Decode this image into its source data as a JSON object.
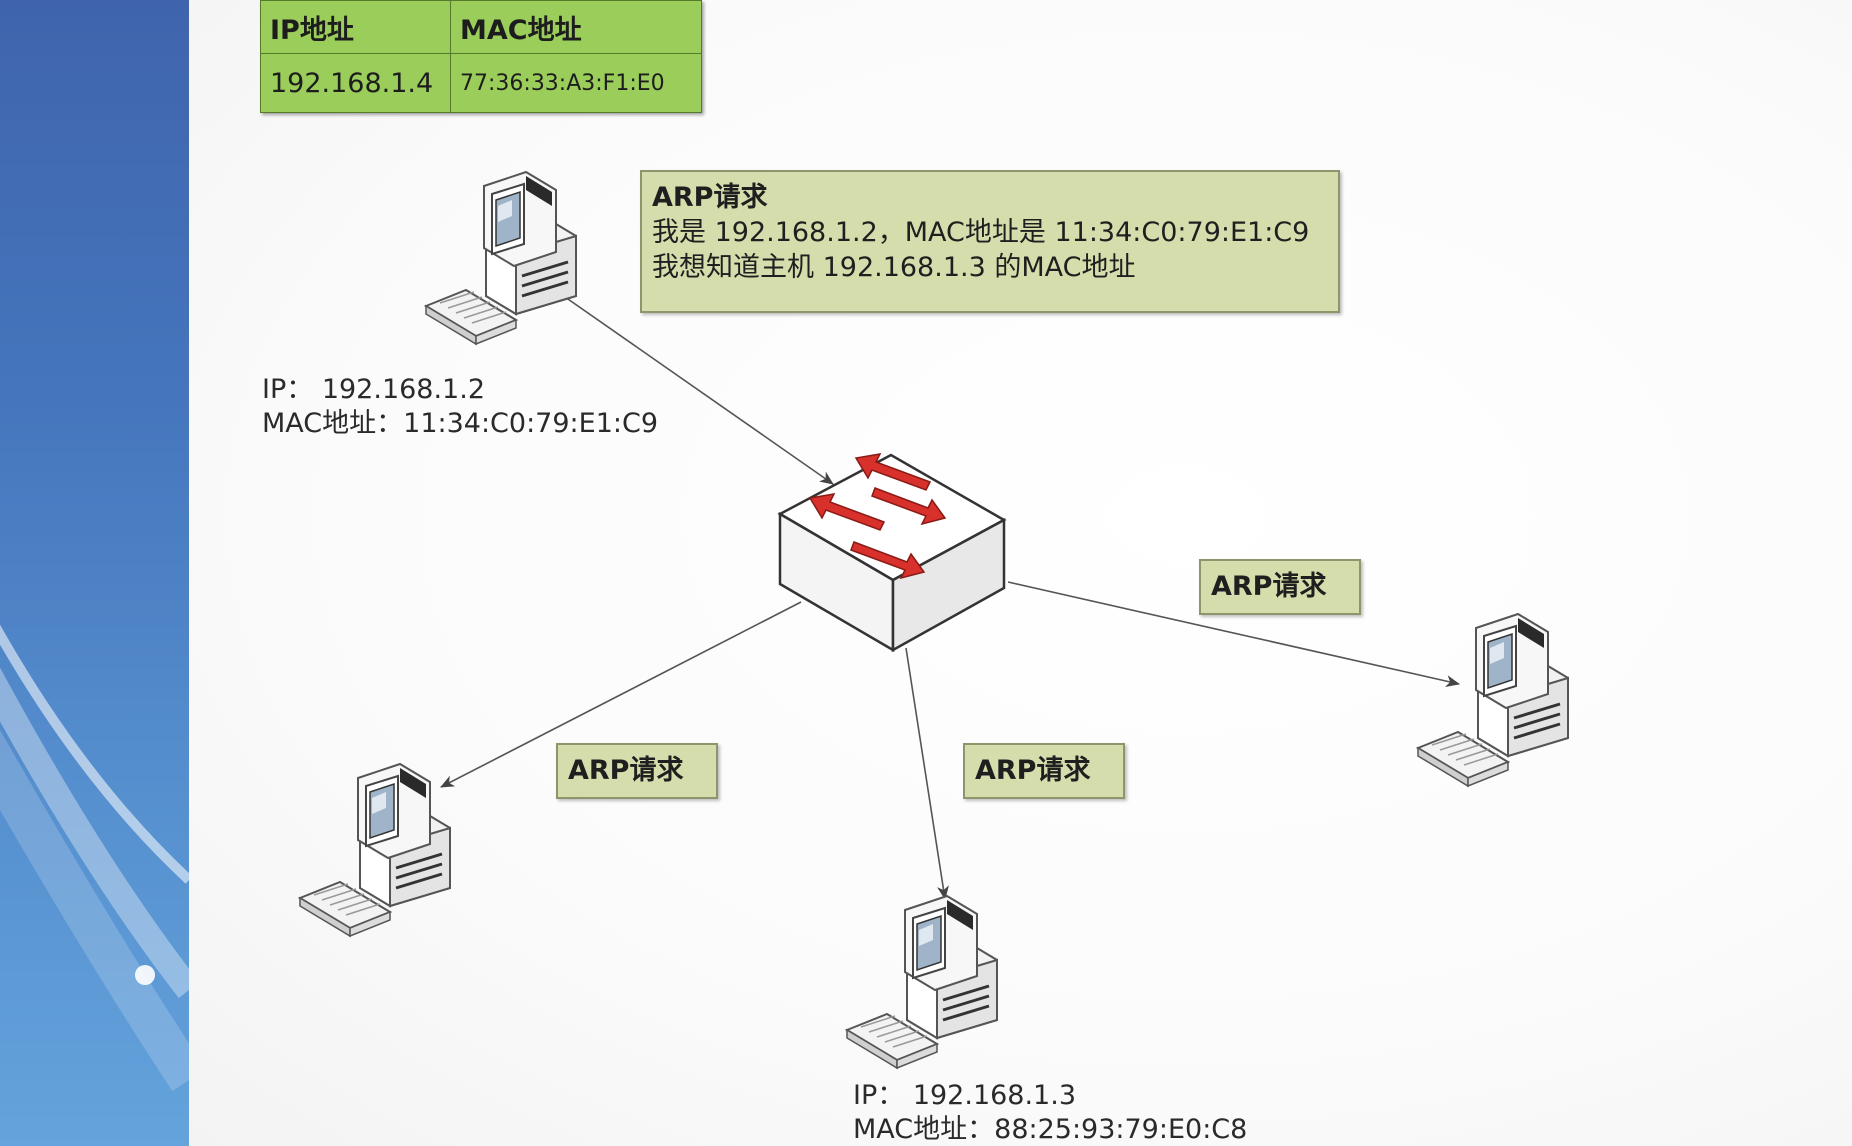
{
  "arp_table": {
    "headers": [
      "IP地址",
      "MAC地址"
    ],
    "rows": [
      {
        "ip": "192.168.1.4",
        "mac": "77:36:33:A3:F1:E0"
      }
    ]
  },
  "request_box": {
    "title": "ARP请求",
    "line1": "我是 192.168.1.2，MAC地址是 11:34:C0:79:E1:C9",
    "line2": "我想知道主机 192.168.1.3 的MAC地址"
  },
  "broadcast_label": "ARP请求",
  "hosts": {
    "sender": {
      "ip_line": "IP： 192.168.1.2",
      "mac_line": "MAC地址：11:34:C0:79:E1:C9"
    },
    "target": {
      "ip_line": "IP： 192.168.1.3",
      "mac_line": "MAC地址：88:25:93:79:E0:C8"
    }
  },
  "colors": {
    "table_green": "#9acd5a",
    "note_fill": "#d5ddac",
    "switch_arrow_red": "#d8302a",
    "left_strip_blue": "#4576bd"
  },
  "icons": {
    "computer": "computer-icon",
    "switch": "network-switch-icon"
  }
}
